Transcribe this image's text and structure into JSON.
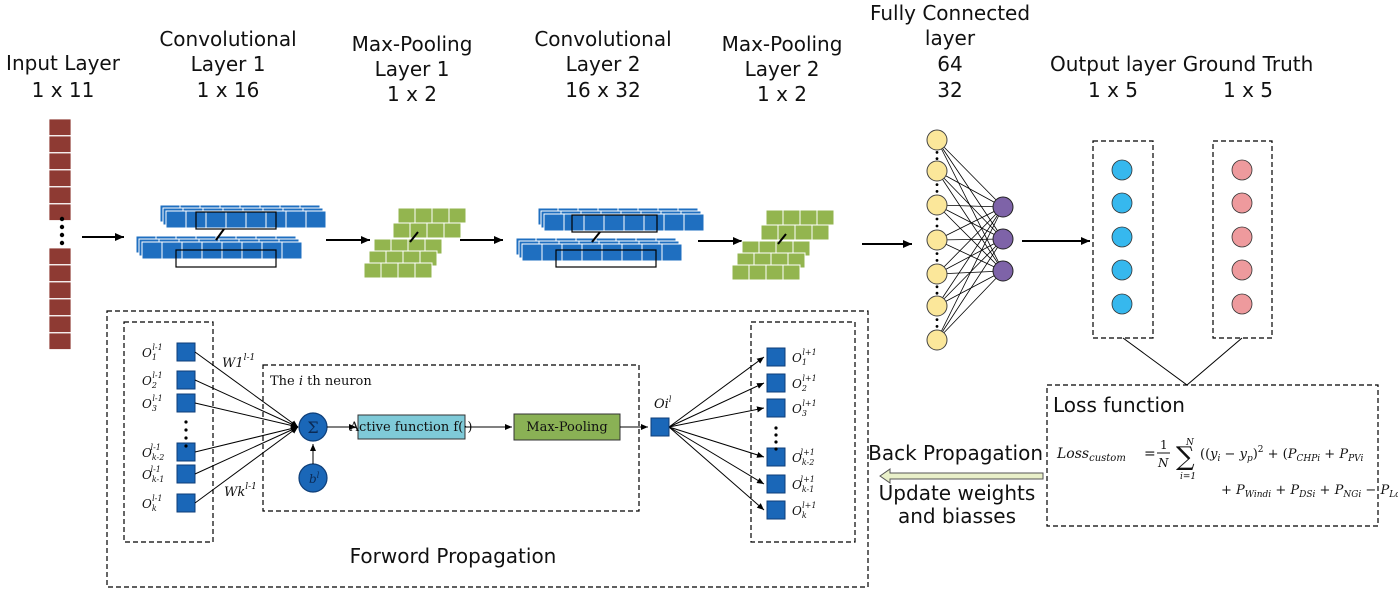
{
  "layers": [
    {
      "title": "Input Layer",
      "size": "1 x 11"
    },
    {
      "title": "Convolutional",
      "title2": "Layer 1",
      "size": "1 x 16"
    },
    {
      "title": "Max-Pooling",
      "title2": "Layer 1",
      "size": "1 x 2"
    },
    {
      "title": "Convolutional",
      "title2": "Layer 2",
      "size": "16 x 32"
    },
    {
      "title": "Max-Pooling",
      "title2": "Layer 2",
      "size": "1 x 2"
    },
    {
      "title": "Fully Connected",
      "title2": "layer",
      "size": "64",
      "size2": "32"
    },
    {
      "title": "Output layer",
      "size": "1 x 5"
    },
    {
      "title": "Ground Truth",
      "size": "1 x 5"
    }
  ],
  "neuron_box": {
    "title": "The i th neuron",
    "active_function": "Active function f(·)",
    "max_pooling": "Max-Pooling",
    "sum_symbol": "Σ",
    "bias": "b",
    "inputs": [
      "O1",
      "O2",
      "O3",
      "Ok-2",
      "Ok-1",
      "Ok"
    ],
    "outputs": [
      "O1",
      "O2",
      "O3",
      "Ok-2",
      "Ok-1",
      "Ok"
    ],
    "weight_top": "W1",
    "weight_bottom": "Wk",
    "neuron_output": "Oi",
    "layer_prev": "l-1",
    "layer_cur": "l",
    "layer_next": "l+1"
  },
  "forward_label": "Forword Propagation",
  "backprop": {
    "label": "Back Propagation",
    "update1": "Update weights",
    "update2": "and biasses"
  },
  "loss": {
    "title": "Loss function",
    "lhs": "Loss",
    "lhs_sub": "custom",
    "line1": "= 1/N Σ ((yi − yp)² + (PCHPi + PPVi",
    "line2": "+ PWindi + PDSi + PNGi − PLoadi))"
  },
  "colors": {
    "input_block": "#8e3a33",
    "conv_block": "#1f6fc0",
    "pool_block": "#93b54f",
    "fc_yellow": "#fbe79a",
    "fc_purple": "#7e63a8",
    "output_blue": "#36b8ee",
    "truth_pink": "#ee9a9d",
    "neuron_blue": "#1a67b8",
    "active_fn": "#7fcad8",
    "maxpool_green": "#8ab155",
    "backprop_arrow": "#e9f0c9"
  }
}
